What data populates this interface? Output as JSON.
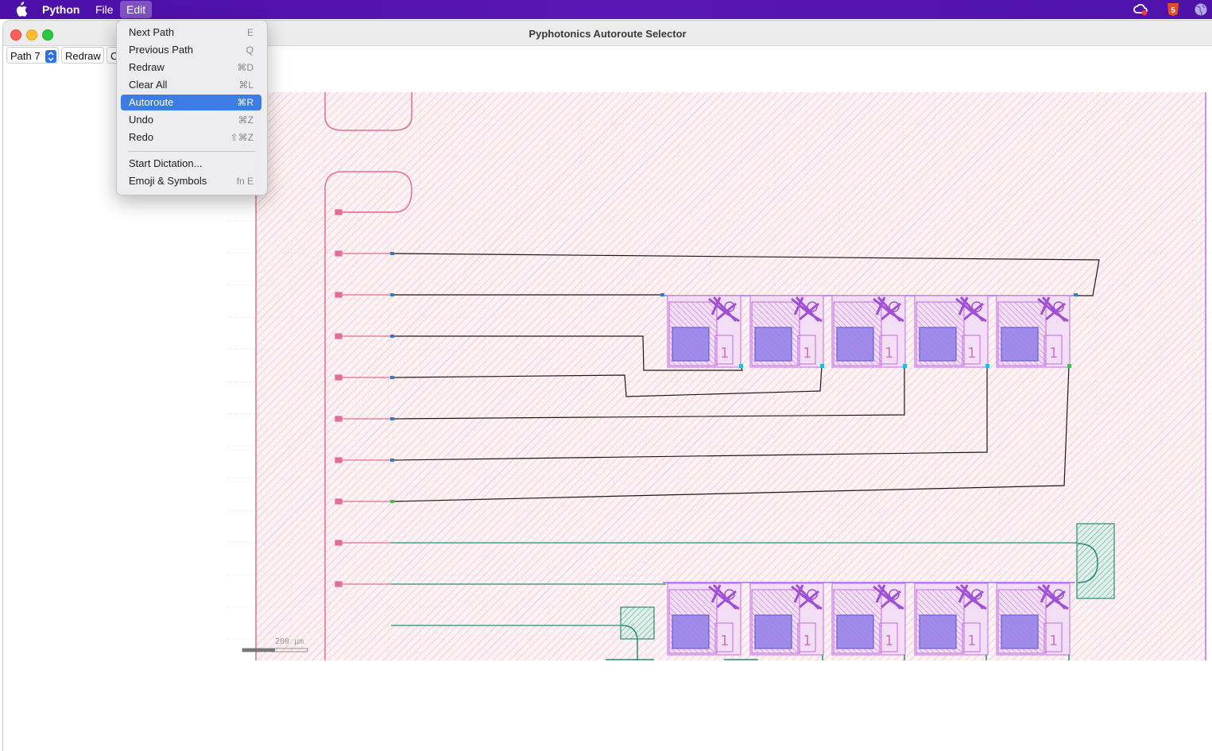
{
  "menubar": {
    "app_name": "Python",
    "menus": [
      "File",
      "Edit"
    ],
    "active_menu": "Edit"
  },
  "window": {
    "title": "Pyphotonics Autoroute Selector"
  },
  "toolbar": {
    "path_select": "Path 7",
    "redraw_label": "Redraw",
    "clear_label": "Cl"
  },
  "edit_menu": {
    "items": [
      {
        "label": "Next Path",
        "shortcut": "E"
      },
      {
        "label": "Previous Path",
        "shortcut": "Q"
      },
      {
        "label": "Redraw",
        "shortcut": "⌘D"
      },
      {
        "label": "Clear All",
        "shortcut": "⌘L"
      },
      {
        "label": "Autoroute",
        "shortcut": "⌘R"
      },
      {
        "label": "Undo",
        "shortcut": "⌘Z"
      },
      {
        "label": "Redo",
        "shortcut": "⇧⌘Z"
      },
      {
        "label": "Start Dictation...",
        "shortcut": ""
      },
      {
        "label": "Emoji & Symbols",
        "shortcut": "fn E"
      }
    ],
    "highlighted": "Autoroute"
  },
  "scale_bar": {
    "label": "200 μm"
  },
  "colors": {
    "menubar": "#4b0fa8",
    "highlight": "#3d7ce4",
    "chip_hatch": "#f4a3b8",
    "route_line": "#000000",
    "waveguide": "#2a8a72",
    "device": "#c66ae6"
  }
}
